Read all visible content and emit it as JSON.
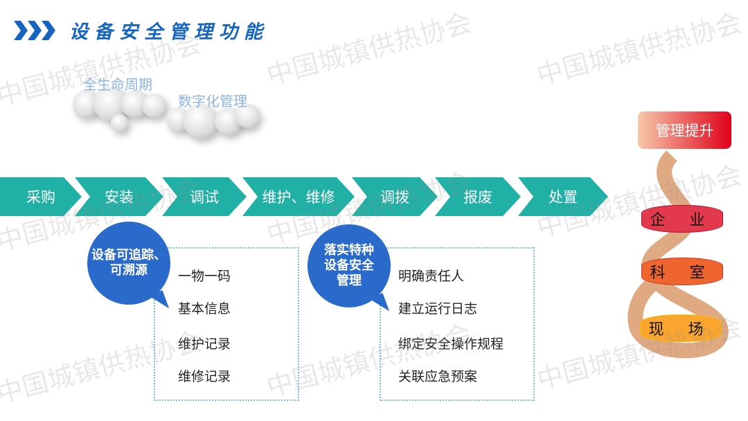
{
  "title": "设备安全管理功能",
  "clouds": [
    "全生命周期",
    "数字化管理"
  ],
  "process": [
    "采购",
    "安装",
    "调试",
    "维护、维修",
    "调拨",
    "报废",
    "处置"
  ],
  "group1": {
    "badge_line1": "设备可追踪、",
    "badge_line2": "可溯源",
    "items": [
      "一物一码",
      "基本信息",
      "维护记录",
      "维修记录"
    ]
  },
  "group2": {
    "badge_line1": "落实特种",
    "badge_line2": "设备安全",
    "badge_line3": "管理",
    "items": [
      "明确责任人",
      "建立运行日志",
      "绑定安全操作规程",
      "关联应急预案"
    ]
  },
  "levels": {
    "top": "管理提升",
    "enterprise": "企 业",
    "department": "科 室",
    "site": "现 场"
  },
  "watermark": "中国城镇供热协会",
  "colors": {
    "accent": "#21b0a5",
    "blue": "#2a6acb",
    "title": "#1565c0"
  }
}
